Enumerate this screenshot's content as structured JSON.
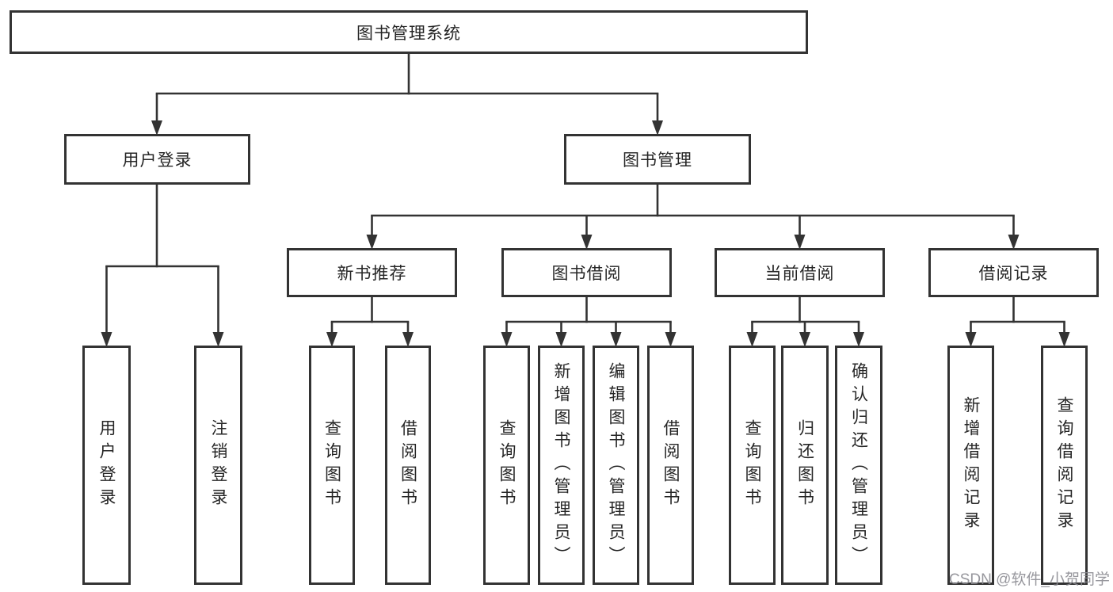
{
  "tree": {
    "label": "图书管理系统",
    "children": [
      {
        "label": "用户登录",
        "children": [
          {
            "label": "用户登录"
          },
          {
            "label": "注销登录"
          }
        ]
      },
      {
        "label": "图书管理",
        "children": [
          {
            "label": "新书推荐",
            "children": [
              {
                "label": "查询图书"
              },
              {
                "label": "借阅图书"
              }
            ]
          },
          {
            "label": "图书借阅",
            "children": [
              {
                "label": "查询图书"
              },
              {
                "label": "新增图书（管理员）"
              },
              {
                "label": "编辑图书（管理员）"
              },
              {
                "label": "借阅图书"
              }
            ]
          },
          {
            "label": "当前借阅",
            "children": [
              {
                "label": "查询图书"
              },
              {
                "label": "归还图书"
              },
              {
                "label": "确认归还（管理员）"
              }
            ]
          },
          {
            "label": "借阅记录",
            "children": [
              {
                "label": "新增借阅记录"
              },
              {
                "label": "查询借阅记录"
              }
            ]
          }
        ]
      }
    ]
  },
  "watermark": {
    "text": "CSDN @软件_小贺同学"
  },
  "colors": {
    "line": "#333333",
    "box_border": "#333333",
    "box_fill": "#ffffff",
    "text": "#262626",
    "watermark": "#8c8c92",
    "background": "#ffffff"
  }
}
